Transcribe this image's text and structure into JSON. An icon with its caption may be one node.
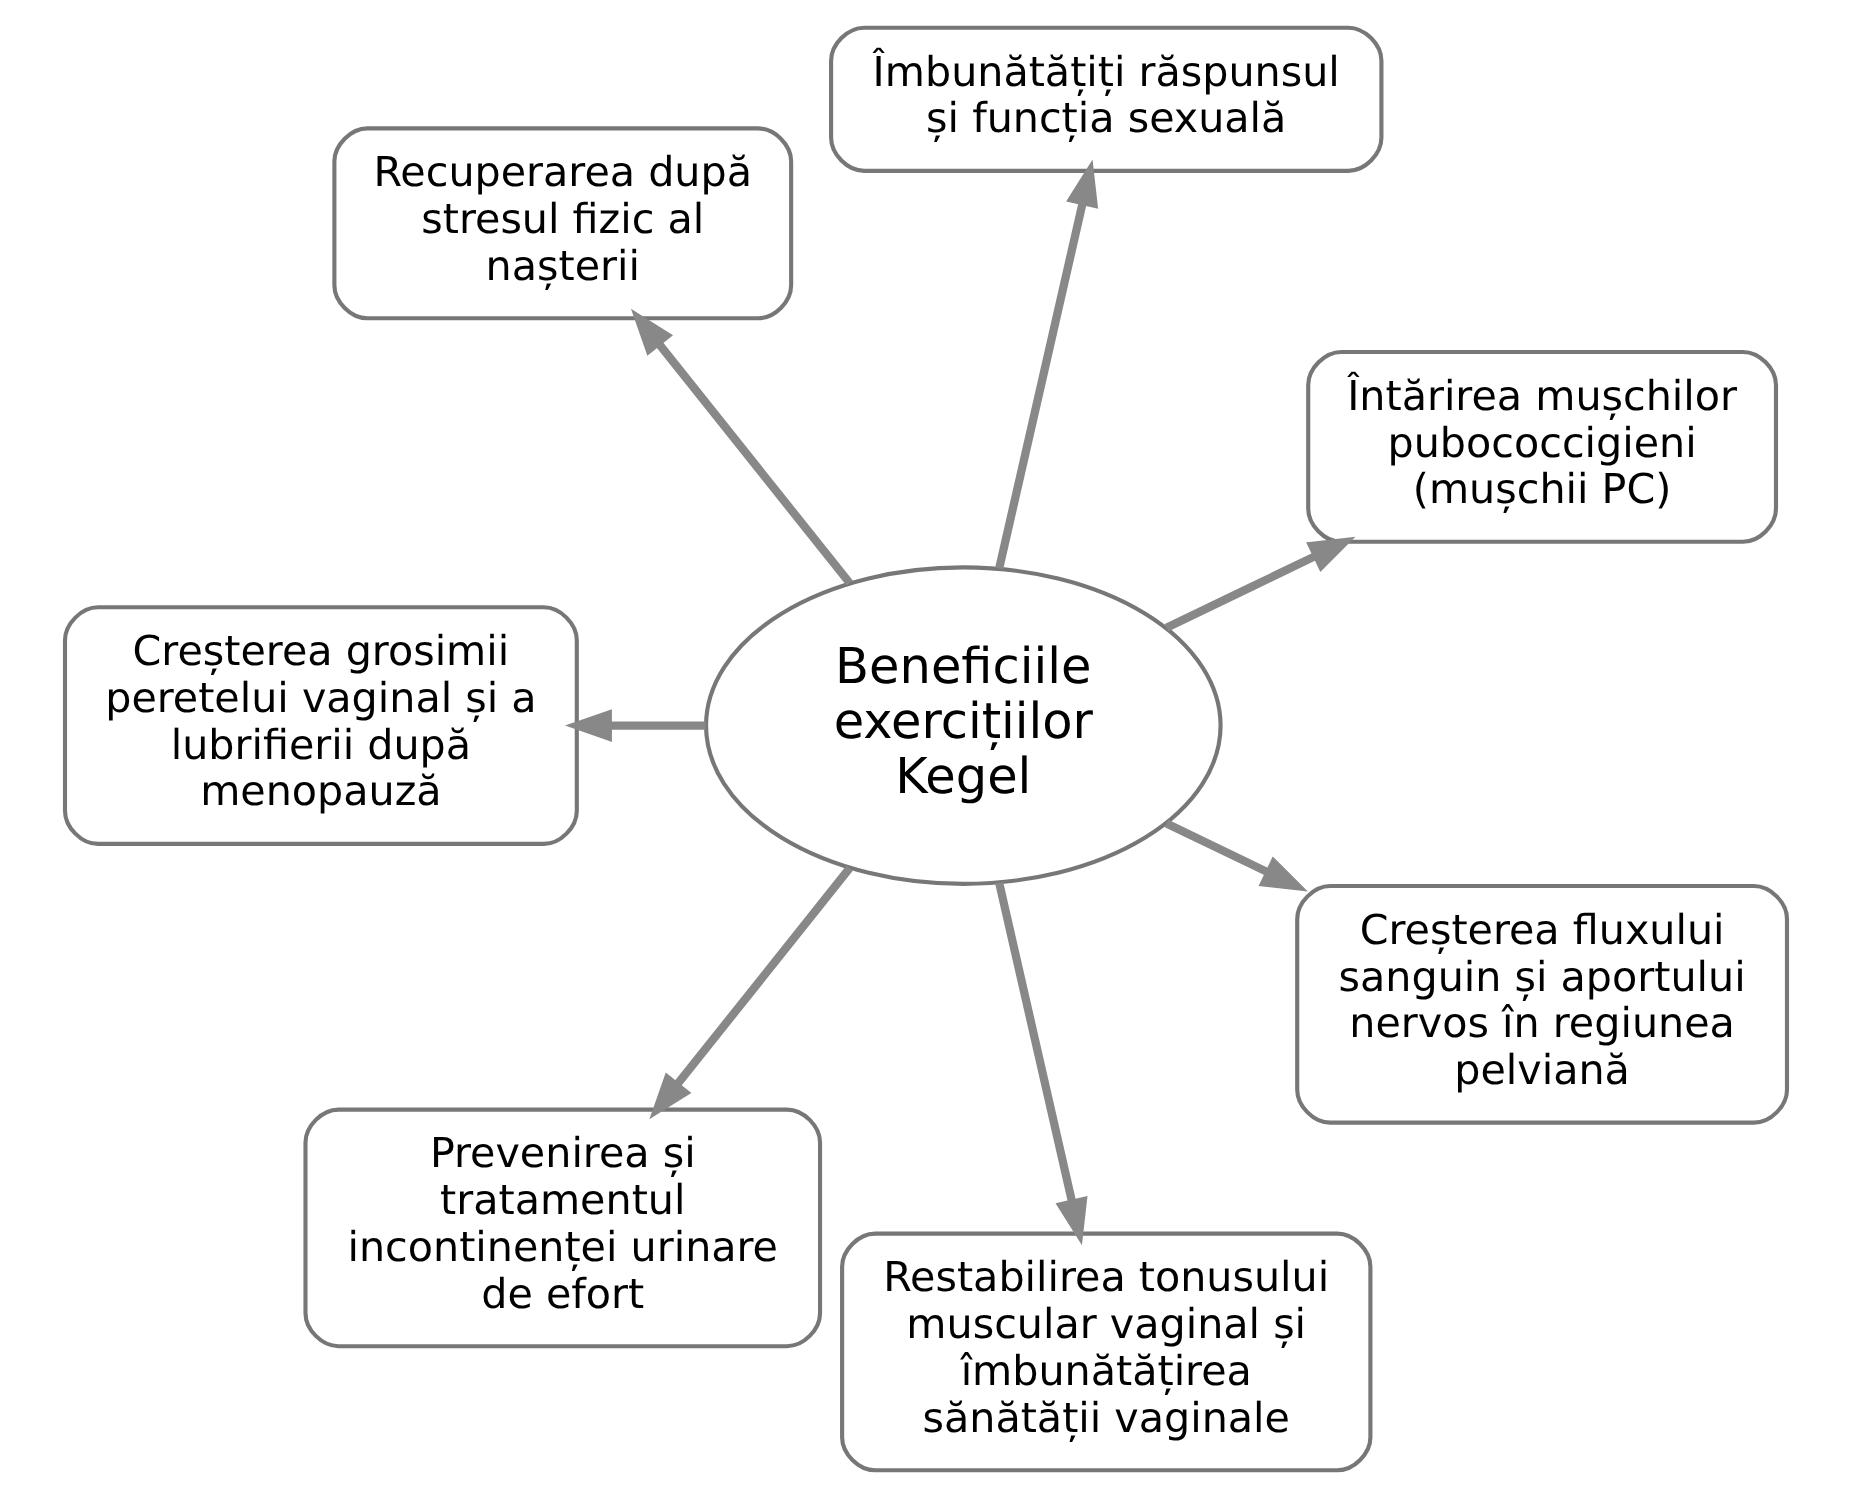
{
  "diagram": {
    "nodes": [
      {
        "text": [
          "Beneficiile exercițiilor Kegel"
        ]
      },
      {
        "text": [
          "Întărirea mușchilor pubococcigieni (mușchii PC)"
        ]
      },
      {
        "text": [
          "Îmbunătățiți răspunsul și funcția sexuală"
        ]
      },
      {
        "text": [
          "Creșterea fluxului sanguin și aportului nervos în regiunea pelviană"
        ]
      },
      {
        "text": [
          "Recuperarea după stresul fizic al nașterii"
        ]
      },
      {
        "text": [
          "Restabilirea tonusului muscular vaginal și îmbunătățirea sănătății vaginale"
        ]
      },
      {
        "text": [
          "Prevenirea și tratamentul incontinenței urinare de efort"
        ]
      },
      {
        "text": [
          "Creșterea grosimii peretelui vaginal și a lubrifierii după menopauză"
        ]
      }
    ],
    "edges": [
      {
        "from": 0,
        "to": 1,
        "arrow": "to"
      },
      {
        "from": 0,
        "to": 2,
        "arrow": "to"
      },
      {
        "from": 0,
        "to": 3,
        "arrow": "to"
      },
      {
        "from": 0,
        "to": 4,
        "arrow": "to"
      },
      {
        "from": 0,
        "to": 5,
        "arrow": "to"
      },
      {
        "from": 0,
        "to": 6,
        "arrow": "to"
      },
      {
        "from": 0,
        "to": 7,
        "arrow": "to"
      }
    ]
  }
}
